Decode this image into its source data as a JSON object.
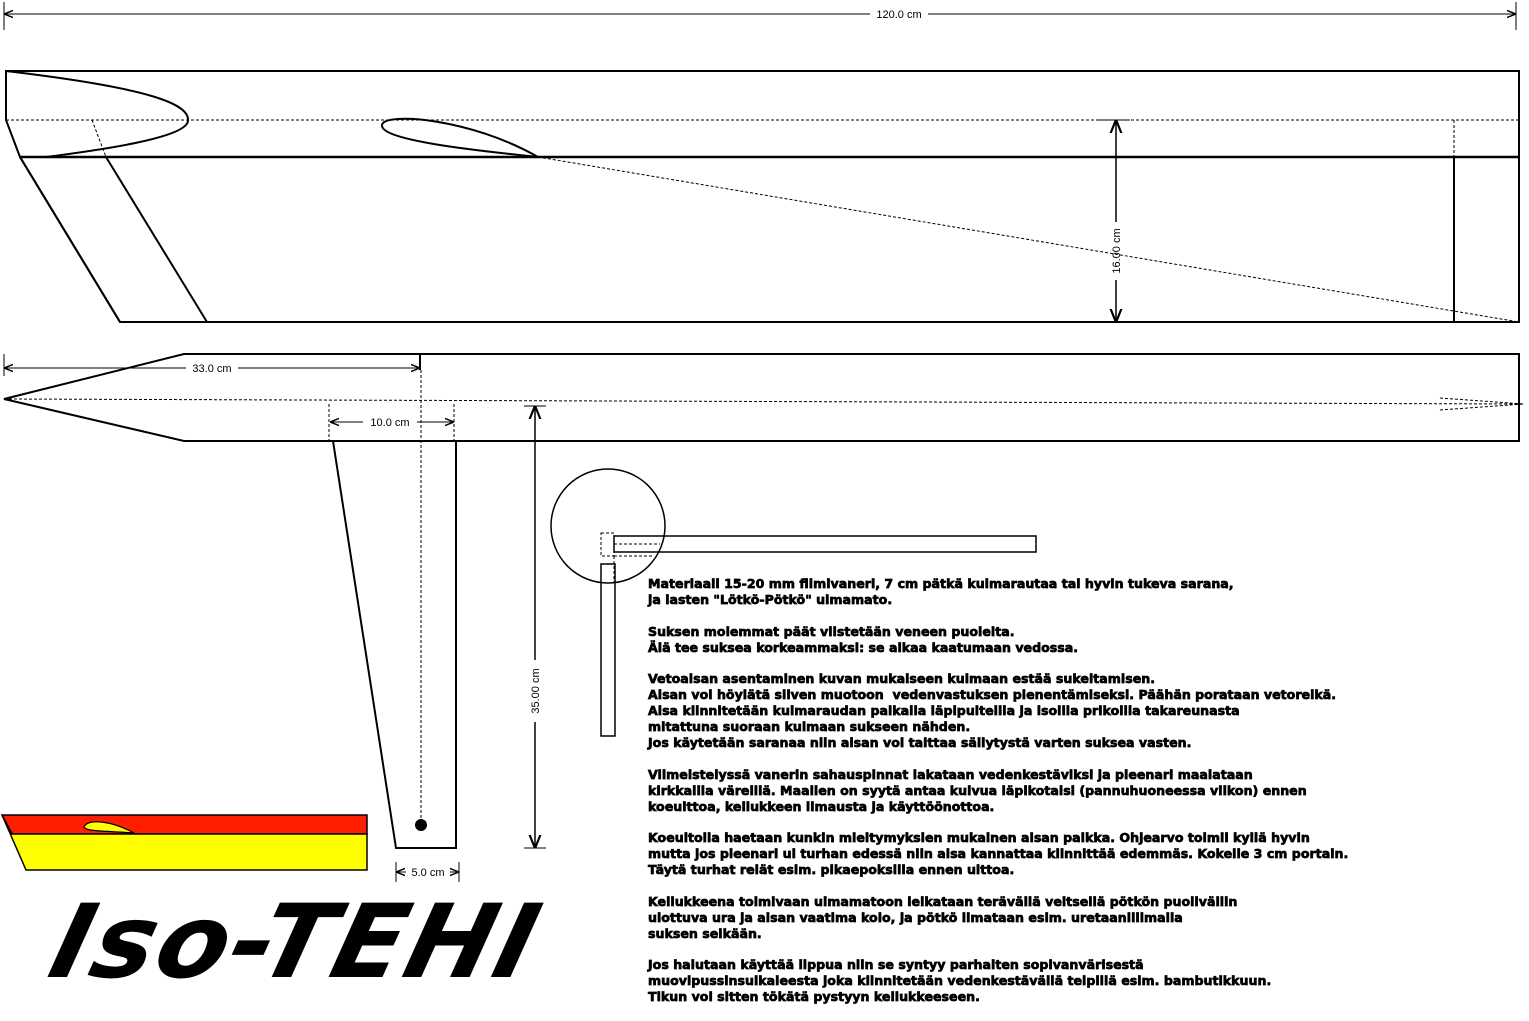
{
  "drawing": {
    "dimensions": {
      "total_length": "120.0 cm",
      "height": "16.00 cm",
      "bow_length": "33.0 cm",
      "keel_top_width": "10.0 cm",
      "keel_length": "35.00 cm",
      "keel_bottom_width": "5.0 cm"
    },
    "colors": {
      "outline": "#000000",
      "flag_red": "#ff1e00",
      "flag_yellow": "#ffff00",
      "paper": "#ffffff"
    },
    "icons": [
      "ski-side-view",
      "ski-top-view",
      "keel-fin",
      "hinge-detail",
      "flag-strip"
    ]
  },
  "logo": {
    "text": "Iso-TEHI"
  },
  "notes": [
    [
      "Materiaali 15-20 mm filmivaneri, 7 cm pätkä kulmarautaa tai hyvin tukeva sarana,",
      "ja lasten \"Lötkö-Pötkö\" uimamato."
    ],
    [
      "Suksen molemmat päät viistetään veneen puolelta.",
      "Älä tee suksea korkeammaksi: se alkaa kaatumaan vedossa."
    ],
    [
      "Vetoaisan asentaminen kuvan mukaiseen kulmaan estää sukeltamisen.",
      "Aisan voi höylätä siiven muotoon  vedenvastuksen pienentämiseksi. Päähän porataan vetoreikä.",
      "Aisa kiinnitetään kulmaraudan paikalla läpipulteilla ja isoilla prikoilla takareunasta",
      "mitattuna suoraan kulmaan sukseen nähden.",
      "Jos käytetään saranaa niin aisan voi taittaa säilytystä varten suksea vasten."
    ],
    [
      "Viimeistelyssä vanerin sahauspinnat lakataan vedenkestäviksi ja pleenari maalataan",
      "kirkkailla väreillä. Maalien on syytä antaa kuivua läpikotaisi (pannuhuoneessa viikon) ennen",
      "koeuittoa, kellukkeen ilmausta ja käyttöönottoa."
    ],
    [
      "Koeuitolla haetaan kunkin mieltymyksien mukainen aisan paikka. Ohjearvo toimii kyllä hyvin",
      "mutta jos pleenari ui turhan edessä niin aisa kannattaa kiinnittää edemmäs. Kokeile 3 cm portain.",
      "Täytä turhat reiät esim. pikaepoksilla ennen uittoa."
    ],
    [
      "Kellukkeena toimivaan uimamatoon leikataan terävällä veitsellä pötkön puoliväliin",
      "ulottuva ura ja aisan vaatima kolo, ja pötkö ilmataan esim. uretaaniliimalla",
      "suksen selkään."
    ],
    [
      "Jos halutaan käyttää lippua niin se syntyy parhaiten sopivanvärisestä",
      "muovipussinsuikaleesta joka kiinnitetään vedenkestävällä teipillä esim. bambutikkuun.",
      "Tikun voi sitten tökätä pystyyn kellukkeeseen."
    ]
  ]
}
